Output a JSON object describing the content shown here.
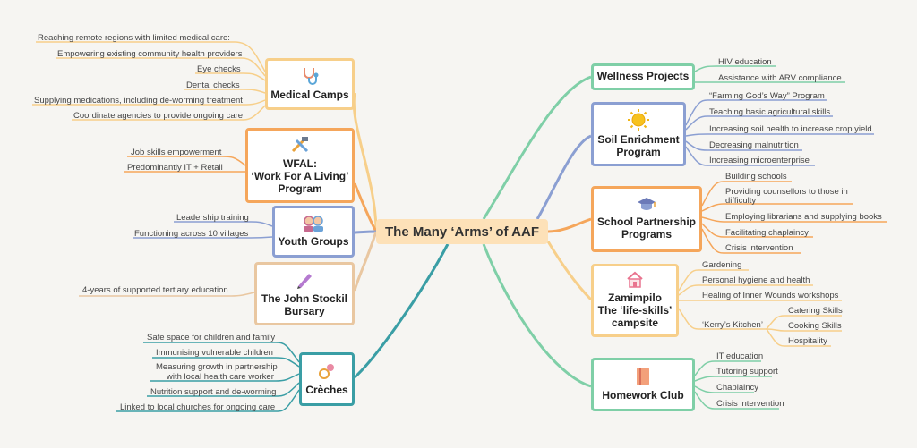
{
  "central": "The Many ‘Arms’ of AAF",
  "colors": {
    "orange": "#f5a65b",
    "yellow": "#f7cf8a",
    "green": "#7fcfa7",
    "blue": "#8b9fd2",
    "teal": "#3a9ea5",
    "tan": "#e9c7a1",
    "red": "#ef8a63"
  },
  "left": {
    "medical": {
      "title": "Medical Camps",
      "items": [
        "Reaching remote regions with limited medical care:",
        "Empowering existing community health providers",
        "Eye checks",
        "Dental checks",
        "Supplying medications, including de-worming treatment",
        "Coordinate agencies to provide ongoing care"
      ]
    },
    "wfal": {
      "title": [
        "WFAL:",
        "‘Work For A Living’",
        "Program"
      ],
      "items": [
        "Job skills empowerment",
        "Predominantly IT + Retail"
      ]
    },
    "youth": {
      "title": "Youth Groups",
      "items": [
        "Leadership training",
        "Functioning across 10 villages"
      ]
    },
    "bursary": {
      "title": [
        "The John Stockil",
        "Bursary"
      ],
      "items": [
        "4-years of supported tertiary education"
      ]
    },
    "creches": {
      "title": "Crèches",
      "items": [
        "Safe space for children and family",
        "Immunising vulnerable children",
        "Measuring growth in partnership",
        "with local health care worker",
        "Nutrition support and de-worming",
        "Linked to local churches for ongoing care"
      ]
    }
  },
  "right": {
    "wellness": {
      "title": "Wellness Projects",
      "items": [
        "HIV education",
        "Assistance with ARV compliance"
      ]
    },
    "soil": {
      "title": [
        "Soil Enrichment",
        "Program"
      ],
      "items": [
        "“Farming God’s Way” Program",
        "Teaching basic agricultural skills",
        "Increasing soil health to increase crop yield",
        "Decreasing malnutrition",
        "Increasing microenterprise"
      ]
    },
    "school": {
      "title": [
        "School Partnership",
        "Programs"
      ],
      "items": [
        "Building schools",
        "Providing counsellors to those in",
        "difficulty",
        "Employing librarians and supplying books",
        "Facilitating chaplaincy",
        "Crisis intervention"
      ]
    },
    "zamimpilo": {
      "title": [
        "Zamimpilo",
        "The ‘life-skills’",
        "campsite"
      ],
      "items": [
        "Gardening",
        "Personal hygiene and health",
        "Healing of Inner Wounds workshops",
        "‘Kerry’s Kitchen’"
      ],
      "sub": [
        "Catering Skills",
        "Cooking Skills",
        "Hospitality"
      ]
    },
    "homework": {
      "title": "Homework Club",
      "items": [
        "IT education",
        "Tutoring support",
        "Chaplaincy",
        "Crisis intervention"
      ]
    }
  }
}
